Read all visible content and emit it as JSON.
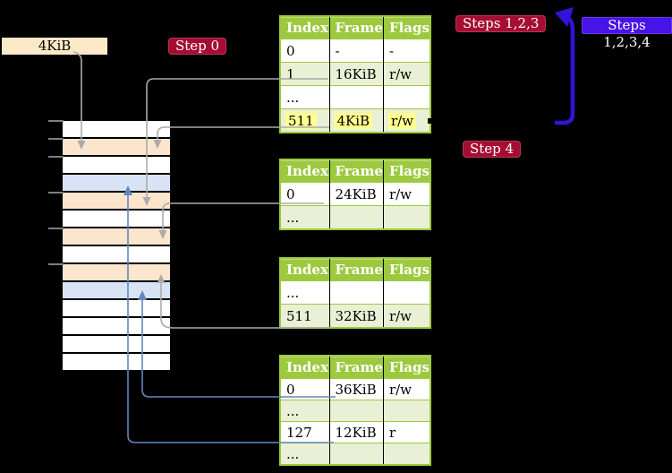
{
  "labels": {
    "page_size": "4KiB"
  },
  "badges": {
    "step0": "Step 0",
    "steps123": "Steps 1,2,3",
    "steps1234": "Steps 1,2,3,4",
    "step4": "Step 4"
  },
  "tables": [
    {
      "name": "page-table-top",
      "headers": [
        "Index",
        "Frame",
        "Flags"
      ],
      "rows": [
        {
          "cells": [
            "0",
            "-",
            "-"
          ],
          "shaded": false,
          "highlight": false
        },
        {
          "cells": [
            "1",
            "16KiB",
            "r/w"
          ],
          "shaded": true,
          "highlight": false
        },
        {
          "cells": [
            "...",
            "",
            ""
          ],
          "shaded": false,
          "highlight": false
        },
        {
          "cells": [
            "511",
            "4KiB",
            "r/w"
          ],
          "shaded": true,
          "highlight": true
        }
      ]
    },
    {
      "name": "page-table-second",
      "headers": [
        "Index",
        "Frame",
        "Flags"
      ],
      "rows": [
        {
          "cells": [
            "0",
            "24KiB",
            "r/w"
          ],
          "shaded": false,
          "highlight": false
        },
        {
          "cells": [
            "...",
            "",
            ""
          ],
          "shaded": true,
          "highlight": false
        }
      ]
    },
    {
      "name": "page-table-third",
      "headers": [
        "Index",
        "Frame",
        "Flags"
      ],
      "rows": [
        {
          "cells": [
            "...",
            "",
            ""
          ],
          "shaded": false,
          "highlight": false
        },
        {
          "cells": [
            "511",
            "32KiB",
            "r/w"
          ],
          "shaded": true,
          "highlight": false
        }
      ]
    },
    {
      "name": "page-table-bottom",
      "headers": [
        "Index",
        "Frame",
        "Flags"
      ],
      "rows": [
        {
          "cells": [
            "0",
            "36KiB",
            "r/w"
          ],
          "shaded": false,
          "highlight": false
        },
        {
          "cells": [
            "...",
            "",
            ""
          ],
          "shaded": true,
          "highlight": false
        },
        {
          "cells": [
            "127",
            "12KiB",
            "r"
          ],
          "shaded": false,
          "highlight": false
        },
        {
          "cells": [
            "...",
            "",
            ""
          ],
          "shaded": true,
          "highlight": false
        }
      ]
    }
  ],
  "memory_column": {
    "rows": [
      "white",
      "peach",
      "white",
      "blue",
      "peach",
      "white",
      "peach",
      "white",
      "peach",
      "blue",
      "white",
      "white",
      "white",
      "white"
    ]
  },
  "colors": {
    "background": "#000000",
    "table_header_green": "#9CC93E",
    "table_row_green": "#E9F0D5",
    "highlight_yellow": "#FFFF8E",
    "memory_peach": "#FCE5CD",
    "memory_blue": "#D8E4F5",
    "badge_red": "#A50D33",
    "badge_blue": "#4713E6",
    "big_arrow_blue": "#3312D9",
    "connector_gray": "#ABABAB",
    "connector_blue": "#6287BE",
    "page_size_box": "#FBE9C7"
  }
}
